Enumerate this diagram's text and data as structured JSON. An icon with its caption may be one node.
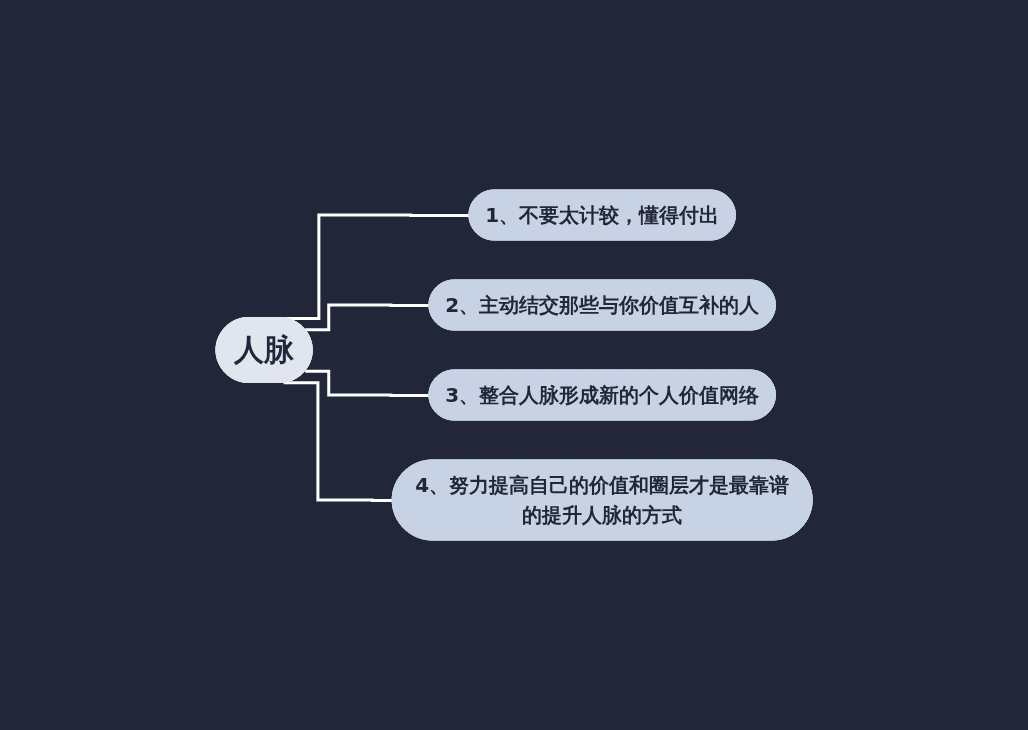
{
  "diagram": {
    "nodes": [
      {
        "text": [
          "人脉"
        ]
      },
      {
        "text": [
          "1、不要太计较，懂得付出"
        ]
      },
      {
        "text": [
          "2、主动结交那些与你价值互补的人"
        ]
      },
      {
        "text": [
          "3、整合人脉形成新的个人价值网络"
        ]
      },
      {
        "text": [
          "4、努力提高自己的价值和圈层才是最靠谱的提升人脉的方式"
        ]
      }
    ],
    "edges": [
      {
        "from": 0,
        "to": 1,
        "arrow": "none"
      },
      {
        "from": 0,
        "to": 2,
        "arrow": "none"
      },
      {
        "from": 0,
        "to": 3,
        "arrow": "none"
      },
      {
        "from": 0,
        "to": 4,
        "arrow": "none"
      }
    ]
  }
}
